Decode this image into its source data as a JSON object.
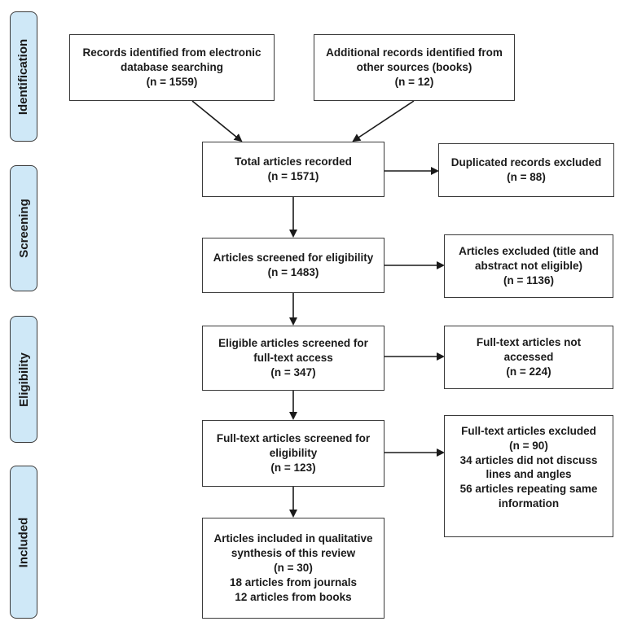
{
  "phases": {
    "identification": "Identification",
    "screening": "Screening",
    "eligibility": "Eligibility",
    "included": "Included"
  },
  "boxes": {
    "database_records": {
      "lines": [
        "Records identified from electronic",
        "database searching",
        "(n = 1559)"
      ]
    },
    "other_sources": {
      "lines": [
        "Additional records identified from",
        "other sources (books)",
        "(n = 12)"
      ]
    },
    "total_articles": {
      "lines": [
        "Total articles recorded",
        "(n = 1571)"
      ]
    },
    "duplicates_excluded": {
      "lines": [
        "Duplicated records excluded",
        "(n = 88)"
      ]
    },
    "screened_eligibility": {
      "lines": [
        "Articles screened for eligibility",
        "(n = 1483)"
      ]
    },
    "title_abstract_excluded": {
      "lines": [
        "Articles excluded (title and",
        "abstract not eligible)",
        "(n = 1136)"
      ]
    },
    "fulltext_access": {
      "lines": [
        "Eligible articles screened for",
        "full-text access",
        "(n = 347)"
      ]
    },
    "not_accessed": {
      "lines": [
        "Full-text articles not",
        "accessed",
        "(n = 224)"
      ]
    },
    "fulltext_screened": {
      "lines": [
        "Full-text articles screened for",
        "eligibility",
        "(n = 123)"
      ]
    },
    "fulltext_excluded": {
      "lines": [
        "Full-text articles excluded",
        "(n = 90)",
        "34 articles did not discuss",
        "lines and angles",
        "56 articles repeating same",
        "information"
      ]
    },
    "included_synthesis": {
      "lines": [
        "Articles included in qualitative",
        "synthesis of this review",
        "(n = 30)",
        "18 articles from journals",
        "12 articles from books"
      ]
    }
  }
}
